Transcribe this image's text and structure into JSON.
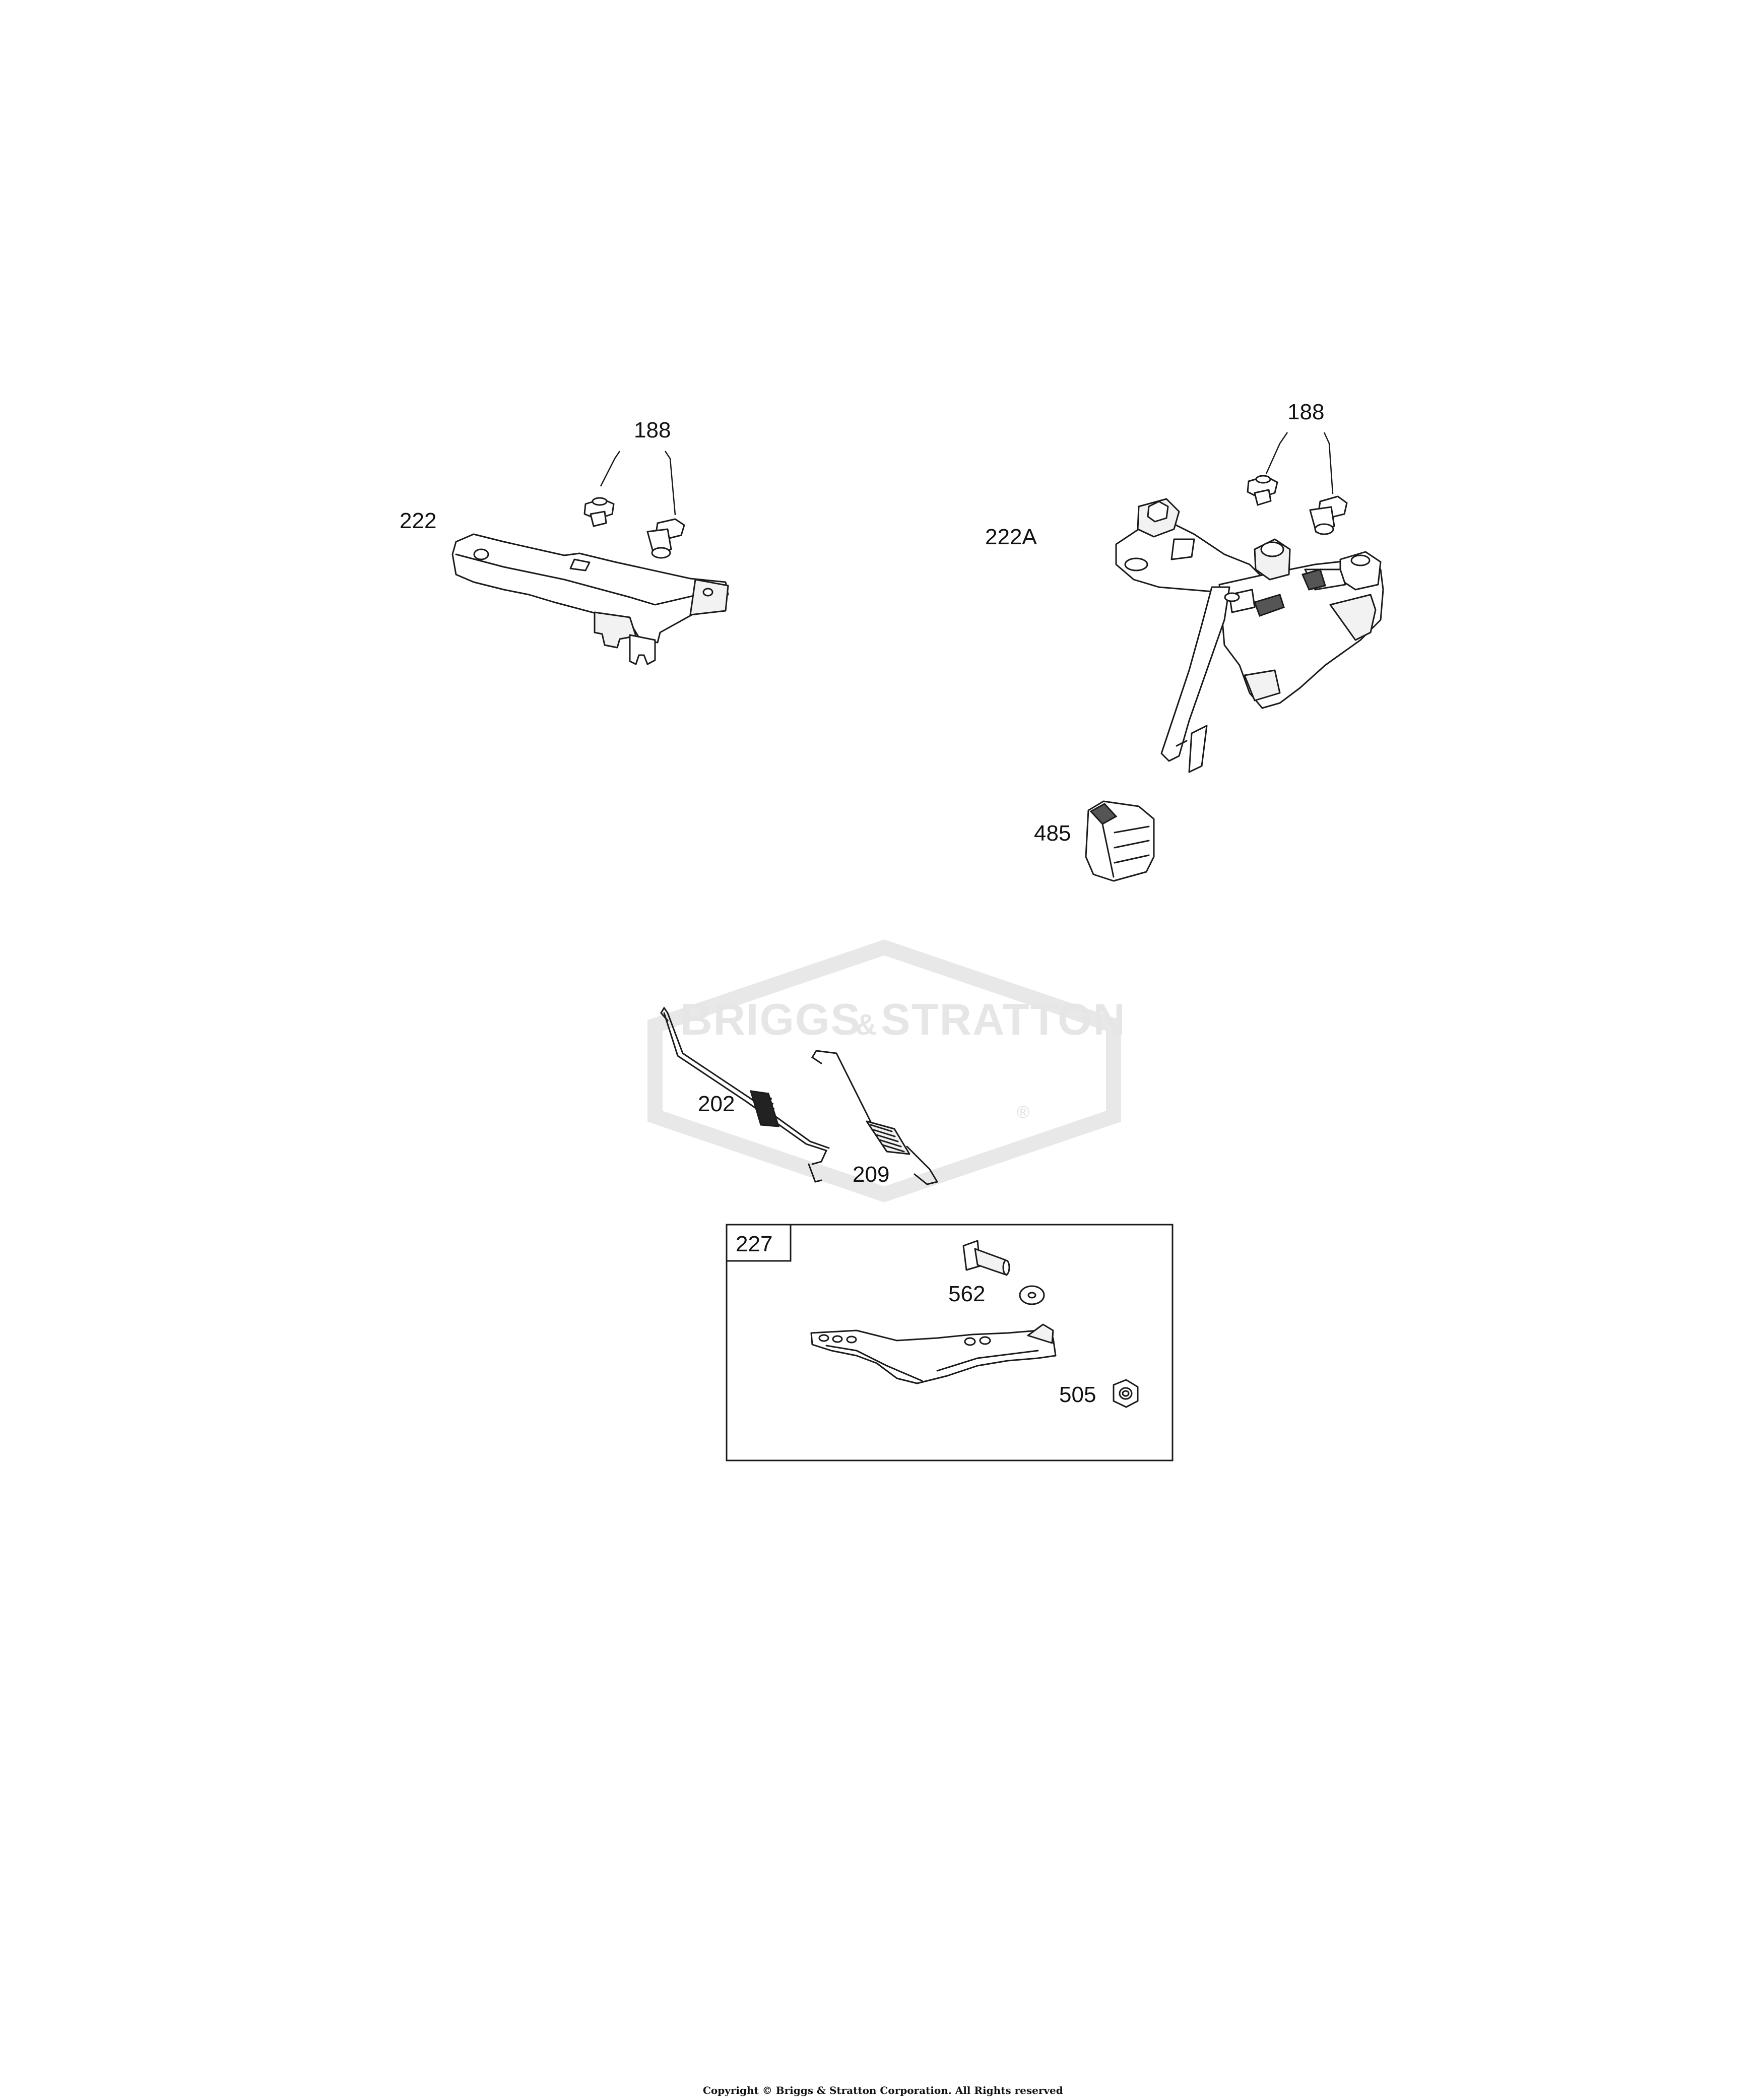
{
  "labels": {
    "bolt_left": "188",
    "bracket_left": "222",
    "bolt_right": "188",
    "bracket_right": "222A",
    "cap": "485",
    "link": "202",
    "spring": "209",
    "kit": "227",
    "screw": "562",
    "nut": "505"
  },
  "watermark": {
    "brand_left": "BRIGGS",
    "brand_amp": "&",
    "brand_right": "STRATTON",
    "reg": "®"
  },
  "footer": {
    "copyright": "Copyright © Briggs & Stratton Corporation. All Rights reserved"
  }
}
